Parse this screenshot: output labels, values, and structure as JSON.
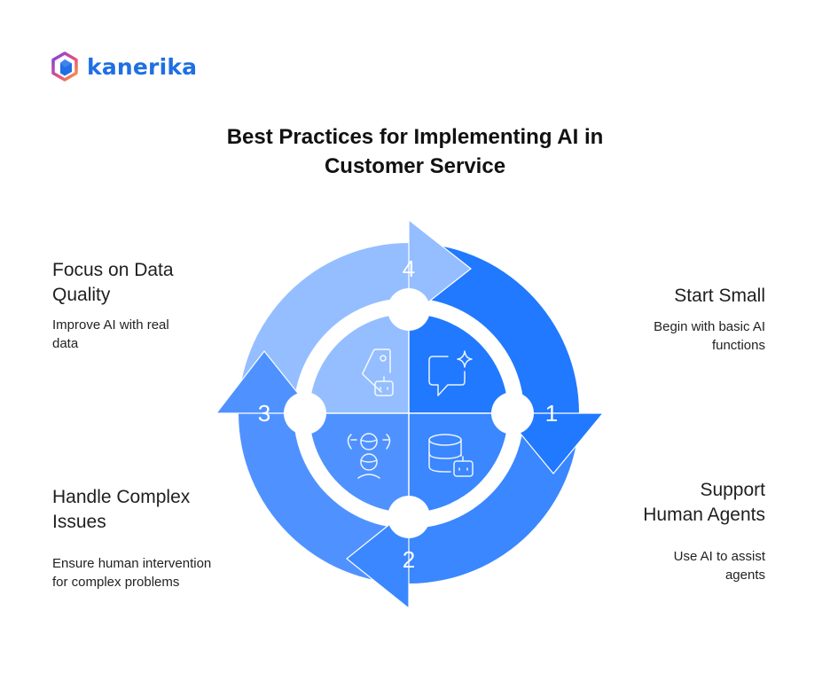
{
  "brand": {
    "name": "kanerika",
    "logo_icon": "hexagon-cube-icon",
    "color": "#1f6fe5"
  },
  "title": {
    "line1": "Best Practices for Implementing AI in",
    "line2": "Customer Service"
  },
  "steps": [
    {
      "number": "1",
      "heading": "Start Small",
      "description": "Begin with basic AI functions",
      "color": "#2179FF",
      "icon": "chat-sparkle-icon"
    },
    {
      "number": "2",
      "heading": "Support Human Agents",
      "description": "Use AI to assist agents",
      "color": "#3A87FF",
      "icon": "database-bot-icon"
    },
    {
      "number": "3",
      "heading": "Handle Complex Issues",
      "description": "Ensure human intervention for complex problems",
      "color": "#4F92FF",
      "icon": "people-group-icon"
    },
    {
      "number": "4",
      "heading": "Focus on Data Quality",
      "description": "Improve AI with real data",
      "color": "#94BEFF",
      "icon": "tag-bot-icon"
    }
  ],
  "labels": {
    "s4_h1": "Focus on Data",
    "s4_h2": "Quality",
    "s4_d1": "Improve AI with real",
    "s4_d2": "data",
    "s1_h1": "Start Small",
    "s1_d1": "Begin with basic AI",
    "s1_d2": "functions",
    "s2_h1": "Support",
    "s2_h2": "Human Agents",
    "s2_d1": "Use AI to assist",
    "s2_d2": "agents",
    "s3_h1": "Handle Complex",
    "s3_h2": "Issues",
    "s3_d1": "Ensure human intervention",
    "s3_d2": "for complex problems"
  }
}
